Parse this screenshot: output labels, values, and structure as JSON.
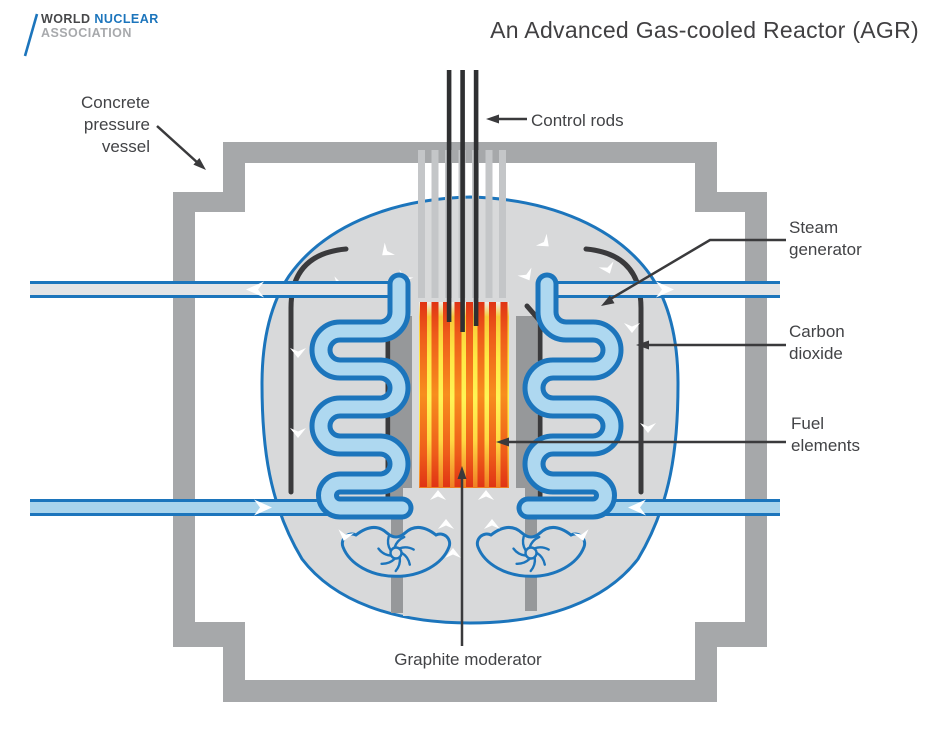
{
  "header": {
    "title": "An Advanced Gas-cooled Reactor (AGR)"
  },
  "logo": {
    "word1": "WORLD",
    "word2": "NUCLEAR",
    "word3": "ASSOCIATION"
  },
  "labels": {
    "concrete_pressure_vessel": {
      "line1": "Concrete",
      "line2": "pressure",
      "line3": "vessel"
    },
    "control_rods": {
      "text": "Control rods"
    },
    "steam_generator": {
      "line1": "Steam",
      "line2": "generator"
    },
    "carbon_dioxide": {
      "line1": "Carbon",
      "line2": "dioxide"
    },
    "fuel_elements": {
      "line1": "Fuel",
      "line2": "elements"
    },
    "graphite_moderator": {
      "text": "Graphite moderator"
    }
  },
  "colors": {
    "brand_blue": "#1c75bc",
    "concrete_gray": "#a6a8aa",
    "vessel_interior_gray": "#d8d9da",
    "steel_gray": "#96989a",
    "guide_tube_gray": "#c4c6c8",
    "steam_pipe_gray": "#e3e4e6",
    "water_blue": "#a9d4ec",
    "tube_inner_blue": "#aed8f0",
    "fuel_hot_yellow": "#fff455",
    "fuel_rod_orange": "#e8481a",
    "control_rod_dark": "#2f3032",
    "baffle_dark": "#3a3a3c",
    "label_text": "#424346"
  }
}
